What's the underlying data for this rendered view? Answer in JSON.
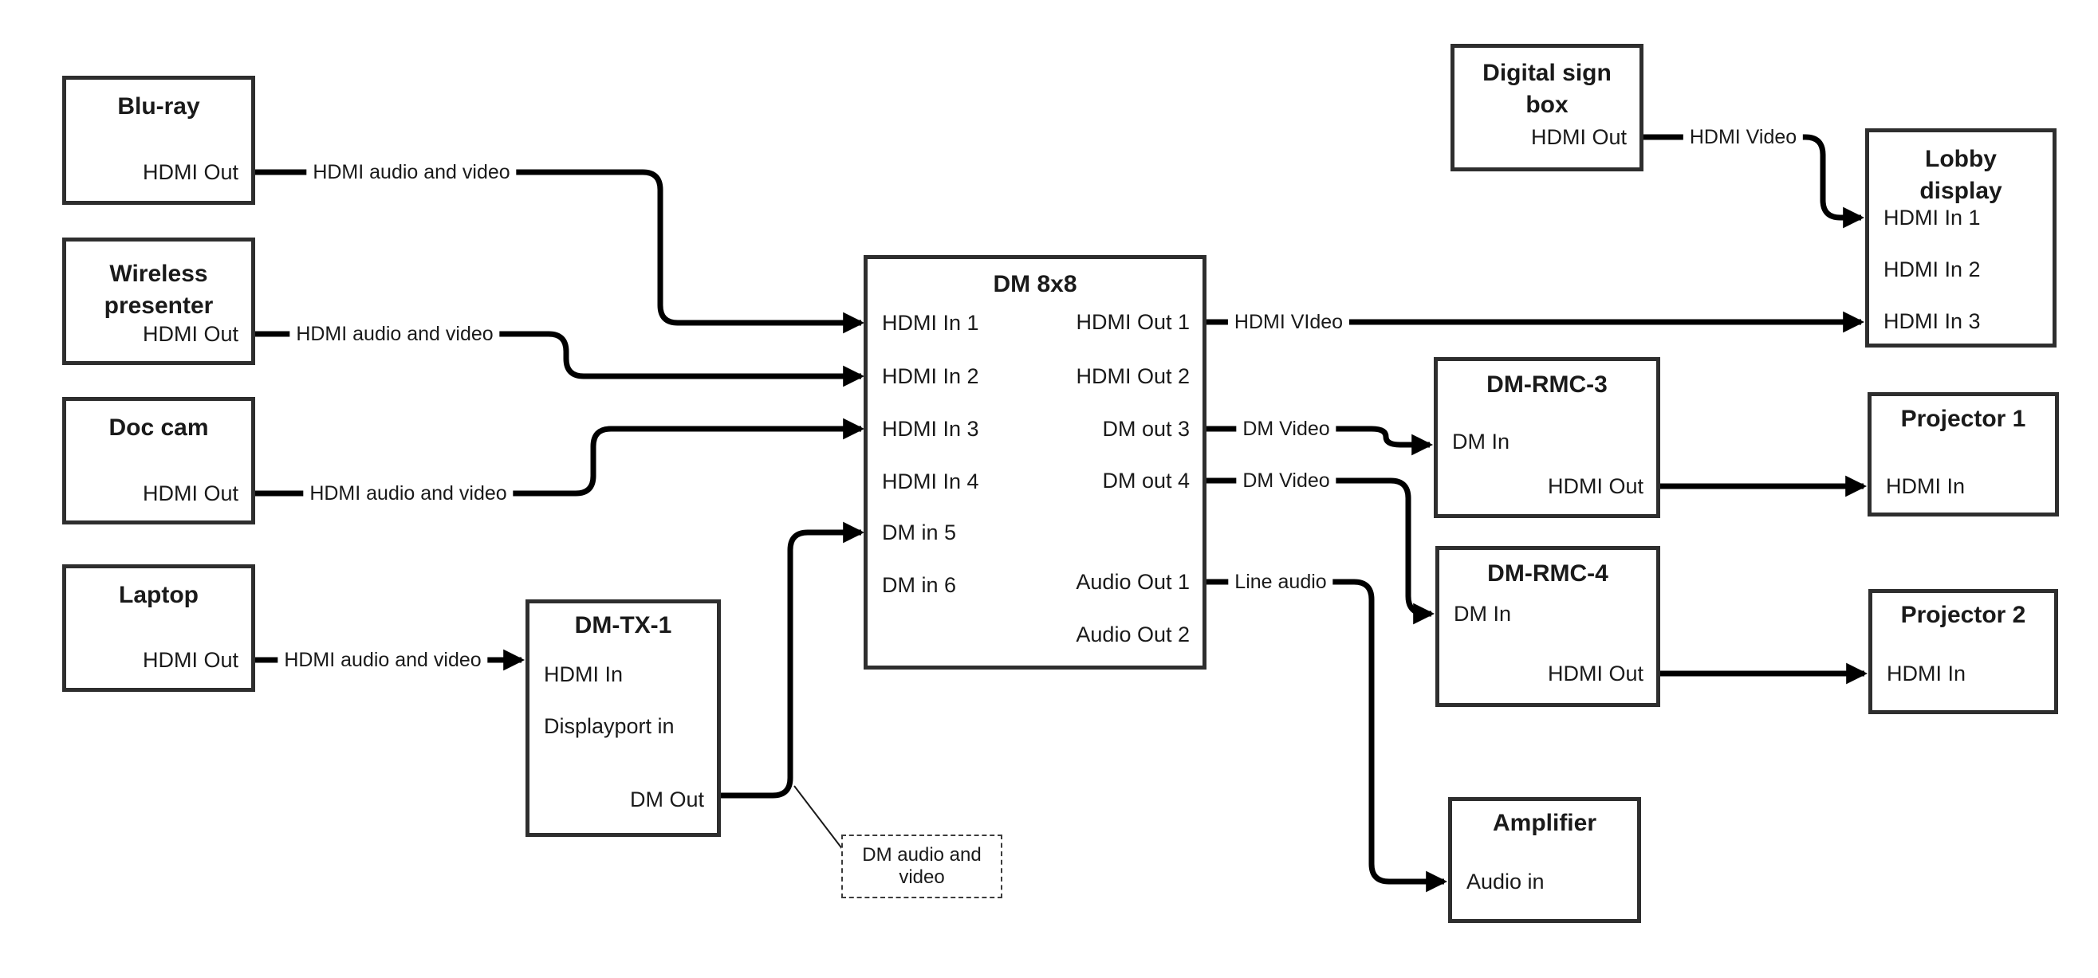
{
  "colors": {
    "background": "#ffffff",
    "box_border": "#2e2e2e",
    "connector_line": "#000000",
    "text": "#1a1a1a"
  },
  "nodes": {
    "bluray": {
      "title": "Blu-ray",
      "ports": [
        "HDMI Out"
      ]
    },
    "wireless": {
      "title": "Wireless presenter",
      "ports": [
        "HDMI Out"
      ]
    },
    "doccam": {
      "title": "Doc cam",
      "ports": [
        "HDMI Out"
      ]
    },
    "laptop": {
      "title": "Laptop",
      "ports": [
        "HDMI Out"
      ]
    },
    "dmtx1": {
      "title": "DM-TX-1",
      "ports": [
        "HDMI In",
        "Displayport in",
        "DM Out"
      ]
    },
    "dm8x8": {
      "title": "DM 8x8",
      "left_ports": [
        "HDMI In 1",
        "HDMI In 2",
        "HDMI In 3",
        "HDMI In 4",
        "DM in 5",
        "DM in 6"
      ],
      "right_ports": [
        "HDMI Out 1",
        "HDMI Out 2",
        "DM out 3",
        "DM out 4",
        "Audio Out 1",
        "Audio Out 2"
      ]
    },
    "digitalsign": {
      "title": "Digital sign box",
      "ports": [
        "HDMI Out"
      ]
    },
    "lobby": {
      "title": "Lobby display",
      "ports": [
        "HDMI In 1",
        "HDMI In 2",
        "HDMI In 3"
      ]
    },
    "dmrmc3": {
      "title": "DM-RMC-3",
      "ports": [
        "DM In",
        "HDMI Out"
      ]
    },
    "proj1": {
      "title": "Projector 1",
      "ports": [
        "HDMI In"
      ]
    },
    "dmrmc4": {
      "title": "DM-RMC-4",
      "ports": [
        "DM In",
        "HDMI Out"
      ]
    },
    "proj2": {
      "title": "Projector 2",
      "ports": [
        "HDMI In"
      ]
    },
    "amplifier": {
      "title": "Amplifier",
      "ports": [
        "Audio in"
      ]
    }
  },
  "edges": [
    {
      "label": "HDMI audio and video",
      "from": "Blu-ray / HDMI Out",
      "to": "DM 8x8 / HDMI In 1"
    },
    {
      "label": "HDMI audio and video",
      "from": "Wireless presenter / HDMI Out",
      "to": "DM 8x8 / HDMI In 2"
    },
    {
      "label": "HDMI audio and video",
      "from": "Doc cam / HDMI Out",
      "to": "DM 8x8 / HDMI In 3"
    },
    {
      "label": "HDMI audio and video",
      "from": "Laptop / HDMI Out",
      "to": "DM-TX-1 / HDMI In"
    },
    {
      "label": "HDMI VIdeo",
      "from": "DM 8x8 / HDMI Out 1",
      "to": "Lobby display / HDMI In 3"
    },
    {
      "label": "DM Video",
      "from": "DM 8x8 / DM out 3",
      "to": "DM-RMC-3 / DM In"
    },
    {
      "label": "DM Video",
      "from": "DM 8x8 / DM out 4",
      "to": "DM-RMC-4 / DM In"
    },
    {
      "label": "Line audio",
      "from": "DM 8x8 / Audio Out 1",
      "to": "Amplifier / Audio in"
    },
    {
      "label": "HDMI Video",
      "from": "Digital sign box / HDMI Out",
      "to": "Lobby display / HDMI In 1"
    },
    {
      "label": "",
      "from": "DM-TX-1 / DM Out",
      "to": "DM 8x8 / DM in 5"
    },
    {
      "label": "",
      "from": "DM-RMC-3 / HDMI Out",
      "to": "Projector 1 / HDMI In"
    },
    {
      "label": "",
      "from": "DM-RMC-4 / HDMI Out",
      "to": "Projector 2 / HDMI In"
    }
  ],
  "callout": {
    "text": "DM audio and video",
    "for_edge": "DM-TX-1 / DM Out → DM 8x8 / DM in 5"
  }
}
